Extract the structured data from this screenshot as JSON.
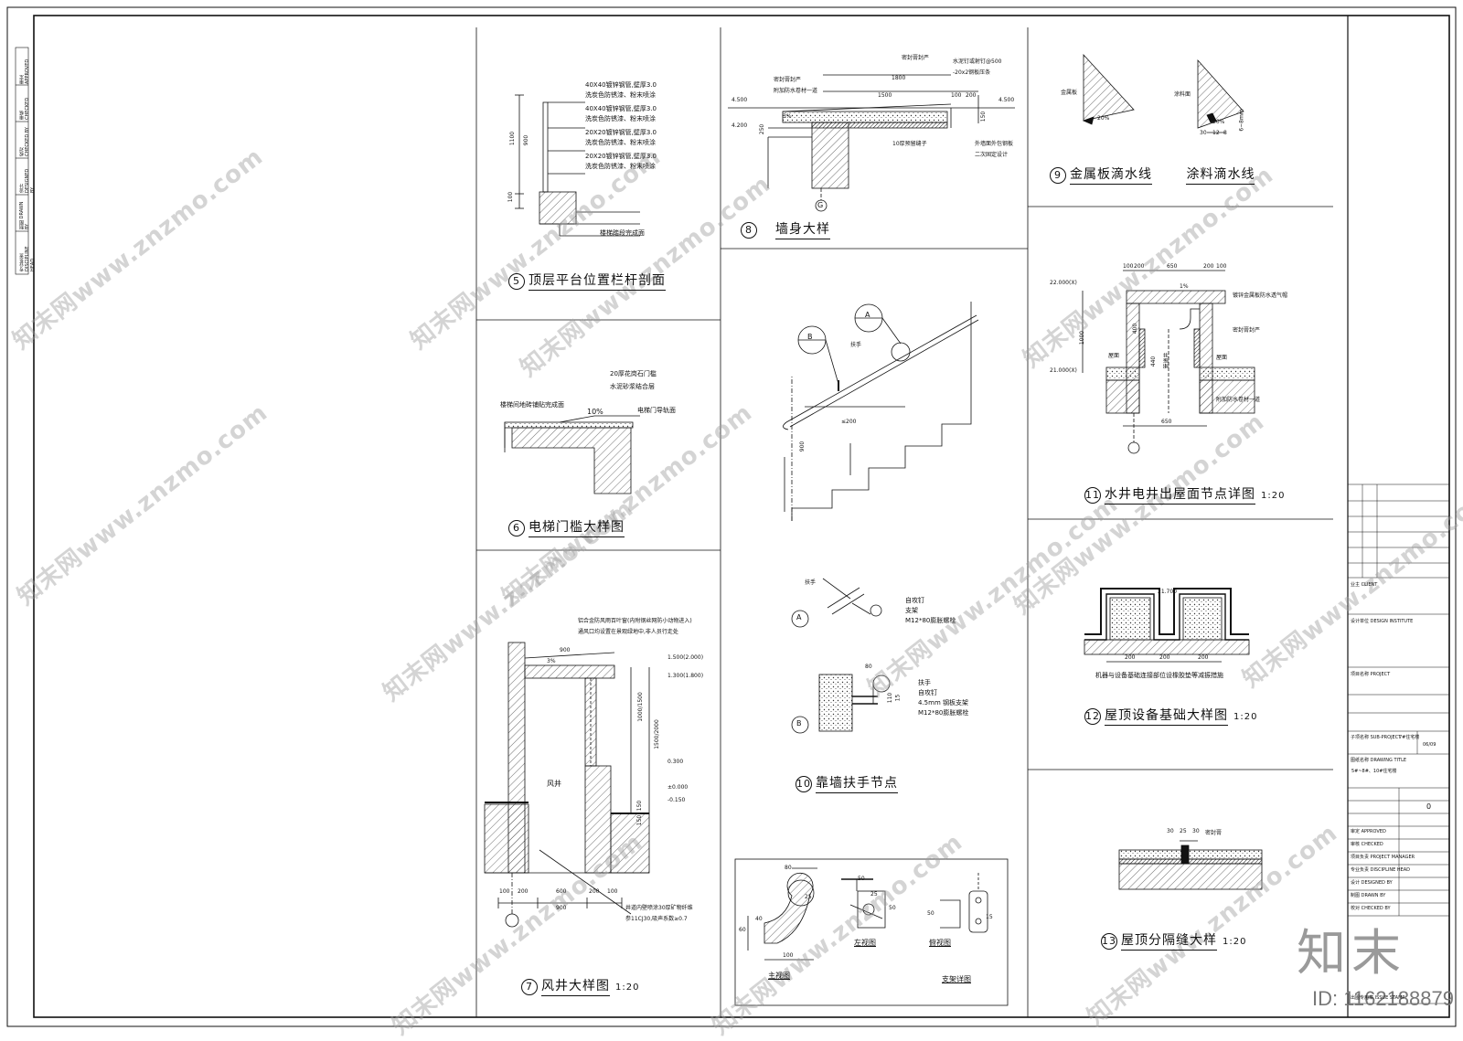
{
  "panels": {
    "p5": {
      "num": "5",
      "title": "顶层平台位置栏杆剖面",
      "notes": [
        "40X40镀锌钢管,壁厚3.0",
        "洗炭色防锈漆、粉末喷涂",
        "40X40镀锌钢管,壁厚3.0",
        "洗炭色防锈漆、粉末喷涂",
        "20X20镀锌钢管,壁厚3.0",
        "洗炭色防锈漆、粉末喷涂",
        "20X20镀锌钢管,壁厚3.0",
        "洗炭色防锈漆、粉末喷涂"
      ],
      "floor": "楼梯踏段完成面",
      "dims": [
        "1100",
        "900",
        "100"
      ]
    },
    "p6": {
      "num": "6",
      "title": "电梯门槛大样图",
      "notes": [
        "20厚花岗石门槛",
        "水泥砂浆结合层",
        "楼梯间地砖铺贴完成面",
        "电梯门导轨面"
      ],
      "slope": "10%"
    },
    "p7": {
      "num": "7",
      "title": "风井大样图",
      "scale": "1:20",
      "notes": [
        "铝合金防风雨百叶窗(内附钢丝网防小动物进入)",
        "通风口均设置在景观绿地中,非人员行走处"
      ],
      "shaft": "风井",
      "bottom": [
        "井道内壁喷涂30厚矿物纤维",
        "参11CJ30,吸声系数≥0.7"
      ],
      "levels": [
        "1.500(2.000)",
        "1.300(1.800)",
        "0.300",
        "±0.000",
        "-0.150"
      ],
      "dims": [
        "900",
        "3%",
        "100",
        "200",
        "600",
        "200",
        "100",
        "900",
        "1000/1500",
        "1500/2000",
        "150",
        "150"
      ]
    },
    "p8": {
      "num": "8",
      "title": "墙身大样",
      "grid": "G",
      "notes": [
        "密封膏封严",
        "水泥钉或射钉@500",
        "-20x2钢板压条",
        "附加防水卷材一道",
        "10厚预留缝子",
        "外墙面外包钢板",
        "二次固定设计",
        "密封膏封严"
      ],
      "levels": [
        "4.500",
        "4.200",
        "4.500"
      ],
      "dims": [
        "1800",
        "1500",
        "100",
        "200",
        "3%",
        "250",
        "150"
      ]
    },
    "p9": {
      "num": "9",
      "title_a": "金属板滴水线",
      "title_b": "涂料滴水线",
      "labels": [
        "金属板",
        "涂料面"
      ],
      "dims": [
        "20%",
        "20%",
        "30",
        "12",
        "8",
        "6~8mm"
      ]
    },
    "p10": {
      "num": "10",
      "title": "靠墙扶手节点",
      "labels": [
        "扶手",
        "A",
        "B"
      ],
      "detail_a": [
        "扶手",
        "自攻钉",
        "支架",
        "M12*80膨胀螺栓"
      ],
      "detail_b": [
        "扶手",
        "自攻钉",
        "4.5mm 钢板支架",
        "M12*80膨胀螺栓"
      ],
      "dims": [
        "900",
        "≤200",
        "80",
        "110",
        "15"
      ],
      "views": [
        "主视图",
        "左视图",
        "俯视图",
        "支架详图"
      ],
      "view_dims": [
        "80",
        "25",
        "60",
        "40",
        "100",
        "50",
        "25",
        "50",
        "50",
        "15"
      ]
    },
    "p11": {
      "num": "11",
      "title": "水井电井出屋面节点详图",
      "scale": "1:20",
      "levels": [
        "22.000(X)",
        "21.000(X)"
      ],
      "notes": [
        "镀锌金属板防水透气帽",
        "密封膏封严",
        "屋面",
        "屋面",
        "附加防水卷材一道",
        "管道井"
      ],
      "dims": [
        "100",
        "200",
        "650",
        "200",
        "100",
        "650",
        "1%",
        "1000",
        "440",
        "400"
      ]
    },
    "p12": {
      "num": "12",
      "title": "屋顶设备基础大样图",
      "scale": "1:20",
      "level": "21.700",
      "note": "机器与设备基础连接部位设橡胶垫等减振措施",
      "dims": [
        "200",
        "200",
        "200"
      ]
    },
    "p13": {
      "num": "13",
      "title": "屋顶分隔缝大样",
      "scale": "1:20",
      "note": "密封膏",
      "dims": [
        "30",
        "25",
        "30"
      ]
    }
  },
  "sidebar": [
    "审定 APPROVED",
    "审核 CHECKED",
    "校对 CHECKED BY",
    "设计 DESIGNED BY",
    "制图 DRAWN BY",
    "专业负责 DISCIPLINE HEAD"
  ],
  "titleblock": {
    "rows": [
      "业主 CLIENT",
      "设计单位 DESIGN INSTITUTE",
      "项目名称 PROJECT",
      "子项名称 SUB-PROJECT",
      "图纸名称 DRAWING TITLE"
    ],
    "subproject": "7#住宅楼",
    "drawing_no": "06/09",
    "drawing_title": "5#~8#、10#住宅楼",
    "version": "0",
    "roles": [
      "审定 APPROVED",
      "审核 CHECKED",
      "项目负责 PROJECT MANAGER",
      "专业负责 DISCIPLINE HEAD",
      "设计 DESIGNED BY",
      "制图 DRAWN BY",
      "校对 CHECKED BY"
    ],
    "stamp": "出图专用章 ISSUE STAMP"
  },
  "watermark": {
    "text": "知末网www.znzmo.com",
    "brand": "知末",
    "id": "ID: 1162188879"
  }
}
